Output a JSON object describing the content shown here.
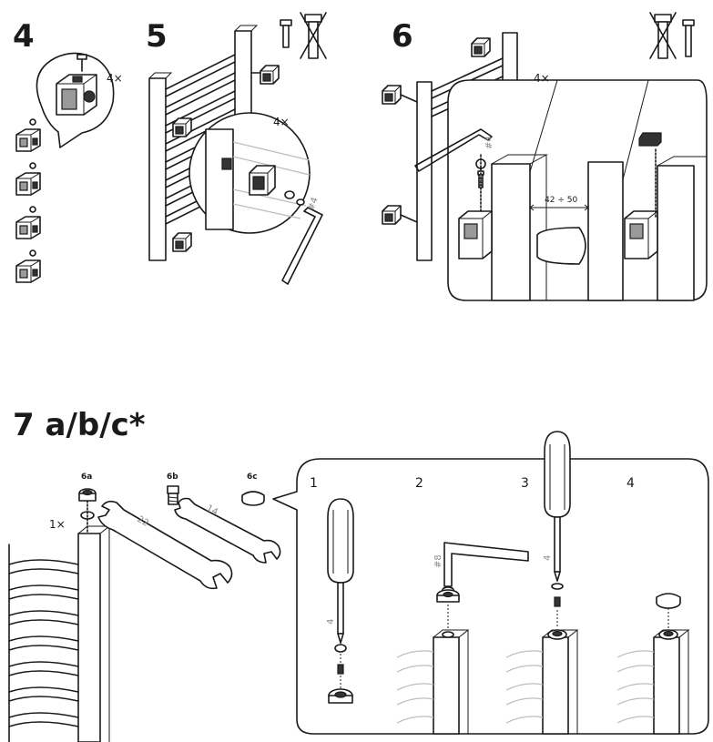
{
  "steps": {
    "s4": {
      "number": "4",
      "qty": "4×"
    },
    "s5": {
      "number": "5",
      "qty": "4×",
      "tool": "#4"
    },
    "s6": {
      "number": "6",
      "qty": "4×",
      "tool": "#4",
      "distance": "42 ÷ 50"
    },
    "s7": {
      "title": "7 a/b/c*",
      "qty": "1×",
      "parts": [
        "6a",
        "6b",
        "6c"
      ],
      "wrench_large": "22",
      "wrench_small": "14",
      "substeps": [
        "1",
        "2",
        "3",
        "4"
      ],
      "tool_screwdriver": "4",
      "tool_hex": "#8"
    }
  },
  "icons": [
    "screw-allowed-icon",
    "screw-crossed-icon",
    "wrench-icon",
    "screwdriver-icon",
    "hex-key-icon"
  ]
}
